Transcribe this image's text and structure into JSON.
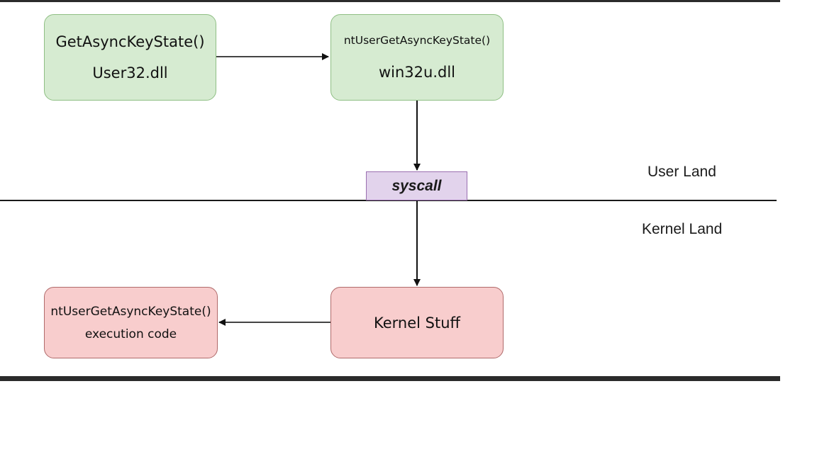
{
  "diagram": {
    "nodes": {
      "getasynckeystate": {
        "line1": "GetAsyncKeyState()",
        "line2": "User32.dll"
      },
      "ntuser_win32u": {
        "line1": "ntUserGetAsyncKeyState()",
        "line2": "win32u.dll"
      },
      "ntuser_exec": {
        "line1": "ntUserGetAsyncKeyState()",
        "line2": "execution code"
      },
      "kernel_stuff": {
        "line1": "Kernel Stuff"
      },
      "syscall": {
        "label": "syscall"
      }
    },
    "regions": {
      "user_land": "User Land",
      "kernel_land": "Kernel Land"
    },
    "edges": [
      {
        "from": "getasynckeystate",
        "to": "ntuser_win32u"
      },
      {
        "from": "ntuser_win32u",
        "to": "syscall"
      },
      {
        "from": "syscall",
        "to": "kernel_stuff"
      },
      {
        "from": "kernel_stuff",
        "to": "ntuser_exec"
      }
    ],
    "colors": {
      "user_box_fill": "#d6ebd1",
      "kernel_box_fill": "#f8cdcd",
      "syscall_fill": "#e2d3ec"
    }
  }
}
